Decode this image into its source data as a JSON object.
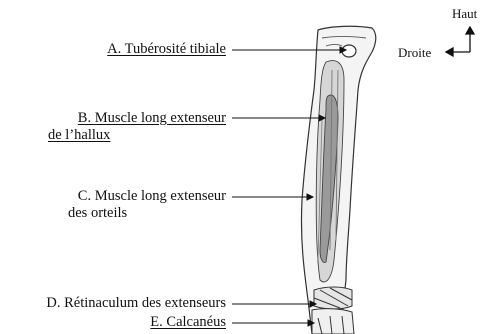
{
  "orientation": {
    "up_label": "Haut",
    "right_label": "Droite"
  },
  "labels": {
    "a": {
      "text": "A. Tubérosité tibiale",
      "underlined": true
    },
    "b": {
      "line1": "B. Muscle long extenseur",
      "line2": "de l’hallux",
      "underlined": true
    },
    "c": {
      "line1": "C. Muscle long extenseur",
      "line2": "des orteils",
      "underlined": false
    },
    "d": {
      "text": "D. Rétinaculum des extenseurs",
      "underlined": false
    },
    "e": {
      "text": "E. Calcanéus",
      "underlined": true
    }
  },
  "colors": {
    "ink": "#111111",
    "bone_outline": "#333333",
    "muscle_fill": "#d6d6d6",
    "muscle_shade": "#9a9a9a"
  }
}
